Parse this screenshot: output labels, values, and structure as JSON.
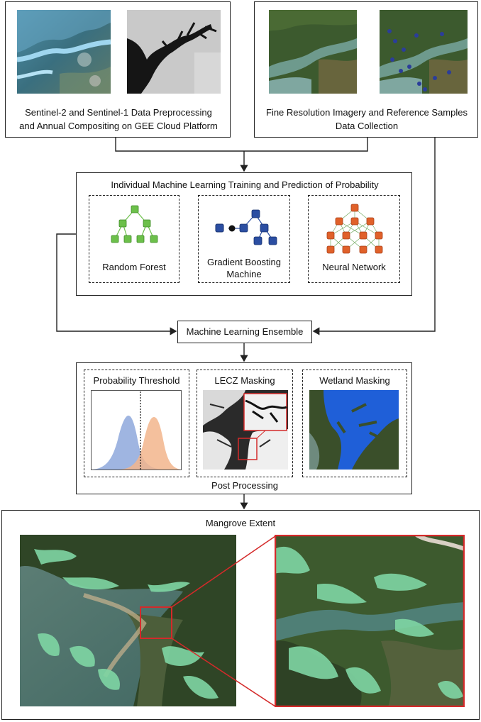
{
  "top_left": {
    "caption_line1": "Sentinel-2 and Sentinel-1 Data Preprocessing",
    "caption_line2": "and Annual Compositing on GEE Cloud Platform"
  },
  "top_right": {
    "caption_line1": "Fine Resolution Imagery and Reference Samples",
    "caption_line2": "Data Collection"
  },
  "ml": {
    "title": "Individual Machine Learning Training and Prediction of Probability",
    "models": [
      {
        "label": "Random Forest"
      },
      {
        "label_line1": "Gradient Boosting",
        "label_line2": "Machine"
      },
      {
        "label": "Neural Network"
      }
    ]
  },
  "ensemble": {
    "label": "Machine Learning Ensemble"
  },
  "post": {
    "label": "Post Processing",
    "steps": [
      {
        "label": "Probability Threshold"
      },
      {
        "label": "LECZ Masking"
      },
      {
        "label": "Wetland Masking"
      }
    ]
  },
  "mangrove": {
    "title": "Mangrove Extent"
  },
  "colors": {
    "rf_green": "#6cc04a",
    "gbm_blue": "#2b4ea2",
    "nn_orange": "#e0612a",
    "dist_blue": "#8ea8dc",
    "dist_orange": "#f2b58c",
    "zoom_red": "#d42a2a",
    "mangrove_green": "#7fd6a4",
    "water_blue": "#1f5fd8"
  }
}
